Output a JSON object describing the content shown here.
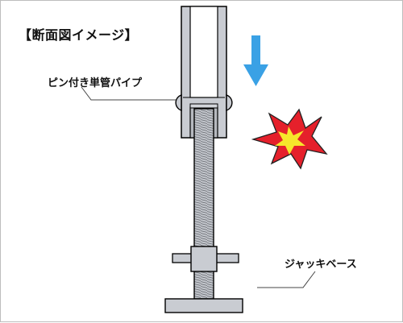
{
  "title": "【断面図イメージ】",
  "labels": {
    "pipe": "ピン付き単管パイプ",
    "jack_base": "ジャッキベース"
  },
  "colors": {
    "metal": "#c9ccd2",
    "metal_dark": "#b6b9bf",
    "arrow": "#3aa1e5",
    "burst_outer": "#e5202b",
    "burst_inner": "#f6e62b",
    "outline": "#000000"
  },
  "icons": {
    "arrow": "down-arrow-icon",
    "impact": "impact-burst-icon"
  }
}
